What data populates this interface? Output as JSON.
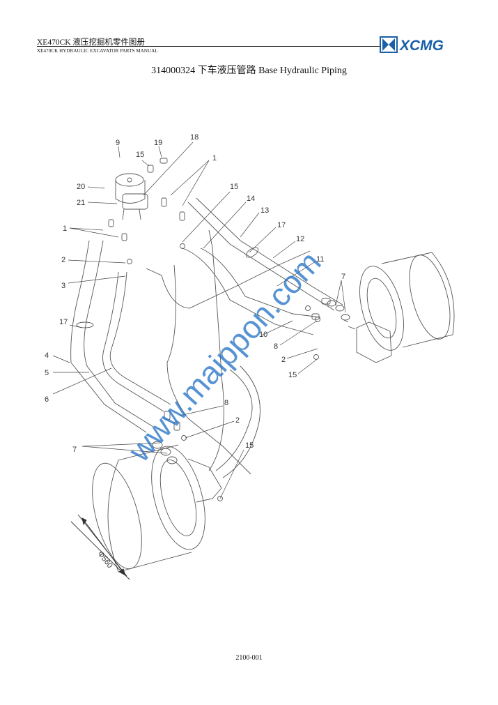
{
  "header": {
    "model_cn": "XE470CK  液压挖掘机零件图册",
    "manual_en": "XE470CK HYDRAULIC EXCAVATOR PARTS MANUAL",
    "logo_text": "XCMG"
  },
  "title": "314000324 下车液压管路 Base Hydraulic Piping",
  "drawing": {
    "callouts": [
      "9",
      "19",
      "18",
      "15",
      "1",
      "20",
      "21",
      "15",
      "14",
      "13",
      "17",
      "1",
      "12",
      "2",
      "11",
      "3",
      "7",
      "17",
      "10",
      "8",
      "2",
      "4",
      "15",
      "5",
      "6",
      "8",
      "2",
      "7",
      "15"
    ],
    "dimension": "Φ560",
    "watermark": "www.maippon.com"
  },
  "page_number": "2100-001"
}
